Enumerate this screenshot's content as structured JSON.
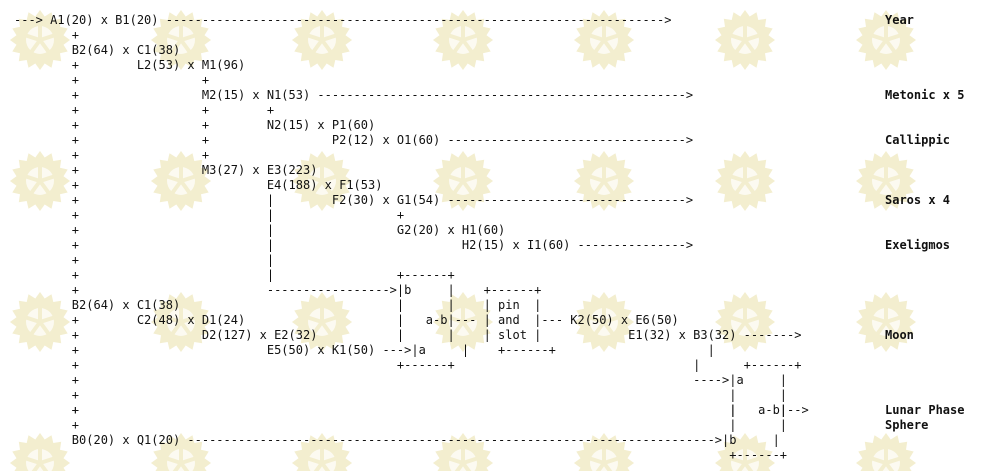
{
  "watermark": {
    "icon": "gear-icon",
    "color": "#f3eecf"
  },
  "lines": [
    {
      "text": "---> A1(20) x B1(20) ---------------------------------------------------------------------> "
    },
    {
      "text": "        +"
    },
    {
      "text": "        B2(64) x C1(38)"
    },
    {
      "text": "        +        L2(53) x M1(96)"
    },
    {
      "text": "        +                 +"
    },
    {
      "text": "        +                 M2(15) x N1(53) ---------------------------------------------------> "
    },
    {
      "text": "        +                 +        +"
    },
    {
      "text": "        +                 +        N2(15) x P1(60)"
    },
    {
      "text": "        +                 +                 P2(12) x O1(60) ---------------------------------> "
    },
    {
      "text": "        +                 +"
    },
    {
      "text": "        +                 M3(27) x E3(223)"
    },
    {
      "text": "        +                          E4(188) x F1(53)"
    },
    {
      "text": "        +                          |        F2(30) x G1(54) ---------------------------------> "
    },
    {
      "text": "        +                          |                 +"
    },
    {
      "text": "        +                          |                 G2(20) x H1(60)"
    },
    {
      "text": "        +                          |                          H2(15) x I1(60) ---------------> "
    },
    {
      "text": "        +                          |"
    },
    {
      "text": "        +                          |                 +------+"
    },
    {
      "text": "        +                          ----------------->|b     |    +------+"
    },
    {
      "text": "        B2(64) x C1(38)                              |      |    | pin  |"
    },
    {
      "text": "        +        C2(48) x D1(24)                     |   a-b|--- | and  |--- K2(50) x E6(50)"
    },
    {
      "text": "        +                 D2(127) x E2(32)           |      |    | slot |            E1(32) x B3(32) -------> "
    },
    {
      "text": "        +                          E5(50) x K1(50) --->|a     |    +------+                     |"
    },
    {
      "text": "        +                                            +------+                                 |      +------+"
    },
    {
      "text": "        +                                                                                     ---->|a     |"
    },
    {
      "text": "        +                                                                                          |      |"
    },
    {
      "text": "        +                                                                                          |   a-b|--> "
    },
    {
      "text": "        +                                                                                          |      |"
    },
    {
      "text": "        +                                                                                          |      |"
    },
    {
      "text": "        B0(20) x Q1(20) ------------------------------------------------------------------------->|b     |"
    },
    {
      "text": "                                                                                                   +------+"
    }
  ],
  "targets": [
    {
      "text": "Year"
    },
    {
      "text": "Metonic x 5"
    },
    {
      "text": "Callippic"
    },
    {
      "text": "Saros x 4"
    },
    {
      "text": "Exeligmos"
    },
    {
      "text": "Moon"
    },
    {
      "text": "Lunar Phase"
    },
    {
      "text": "Sphere"
    }
  ]
}
